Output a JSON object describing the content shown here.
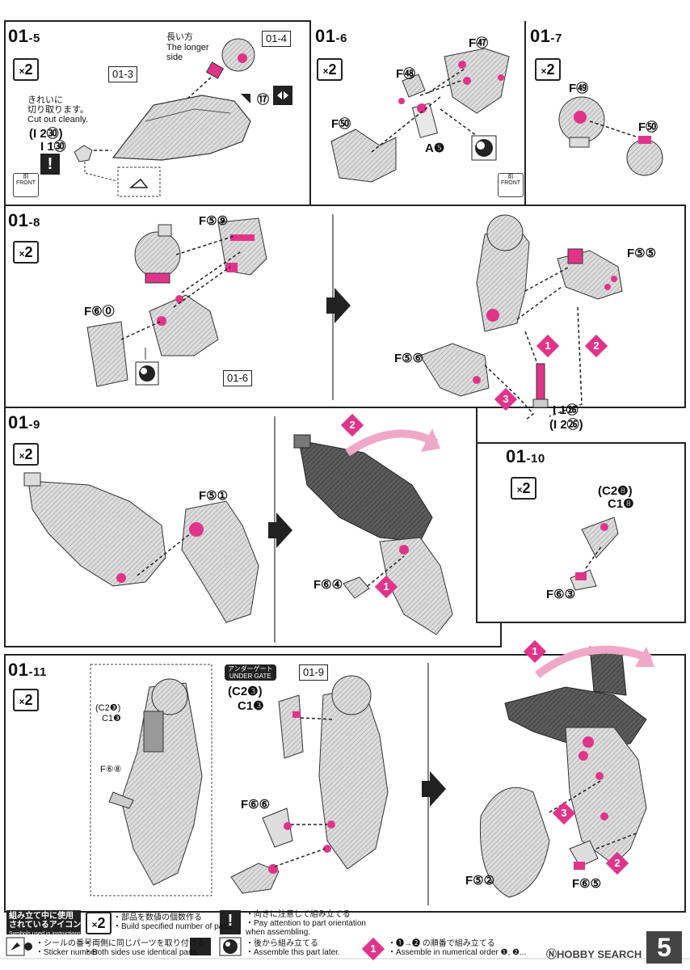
{
  "steps": {
    "s5": {
      "main": "01",
      "sub": "-5"
    },
    "s6": {
      "main": "01",
      "sub": "-6"
    },
    "s7": {
      "main": "01",
      "sub": "-7"
    },
    "s8": {
      "main": "01",
      "sub": "-8"
    },
    "s9": {
      "main": "01",
      "sub": "-9"
    },
    "s10": {
      "main": "01",
      "sub": "-10"
    },
    "s11": {
      "main": "01",
      "sub": "-11"
    }
  },
  "multiplier": {
    "x": "×",
    "n": "2"
  },
  "refs": {
    "r013": "01-3",
    "r014": "01-4",
    "r016a": "01-6",
    "r019": "01-9"
  },
  "step5": {
    "longer_jp": "長い方",
    "longer_en1": "The longer",
    "longer_en2": "side",
    "cut_jp1": "きれいに",
    "cut_jp2": "切り取ります。",
    "cut_en": "Cut out cleanly.",
    "part_a": "(I 2㉚)",
    "part_b": "I 1㉚",
    "sticker_no": "⑰"
  },
  "step6": {
    "f53": "F㊼",
    "f62": "F㊽",
    "f54": "F㊿",
    "a5": "A❺"
  },
  "step7": {
    "f58": "F㊾",
    "f57": "F㊿"
  },
  "step8": {
    "f59": "F⑤⑨",
    "f60": "F⑥⓪",
    "f55": "F⑤⑤",
    "f56": "F⑤⑥",
    "i1": "I 1㉖",
    "i2": "(I 2㉖)"
  },
  "step9": {
    "f51": "F⑤①",
    "f64": "F⑥④"
  },
  "step10": {
    "c2": "(C2❽)",
    "c1": "C1❽",
    "f63": "F⑥③"
  },
  "step11": {
    "c2": "(C2❸)",
    "c1": "C1❸",
    "f68": "F⑥⑧",
    "gate_jp": "アンダーゲート",
    "gate_en": "UNDER GATE",
    "c2b": "(C2❸)",
    "c1b": "C1❸",
    "f66": "F⑥⑥",
    "f52": "F⑤②",
    "f65": "F⑥⑤"
  },
  "order_nums": {
    "n1": "1",
    "n2": "2",
    "n3": "3"
  },
  "front": {
    "jp": "前",
    "en": "FRONT"
  },
  "legend": {
    "title_jp1": "組み立て中に使用",
    "title_jp2": "されているアイコン",
    "title_en": "Symbols used in instructions",
    "x2_jp": "・部品を数値の個数作る",
    "x2_en": "・Build specified number of parts.",
    "att_jp": "・向きに注意して組み立てる",
    "att_en1": "・Pay attention to part orientation",
    "att_en2": "  when assembling.",
    "sticker_jp": "・シールの番号",
    "sticker_en": "・Sticker number",
    "sides_jp": "・両側に同じパーツを取り付ける",
    "sides_en": "・Both sides use identical parts.",
    "later_jp": "・後から組み立てる",
    "later_en": "・Assemble this part later.",
    "order_jp": "・❶→❷ の順番で組み立てる",
    "order_en": "・Assemble in numerical order ❶, ❷..."
  },
  "watermark": "ⓃHOBBY SEARCH",
  "page_number": "5",
  "colors": {
    "pink": "#e0348a",
    "frame": "#222222",
    "part": "#d8d8d8",
    "dark": "#5a5a5a"
  }
}
